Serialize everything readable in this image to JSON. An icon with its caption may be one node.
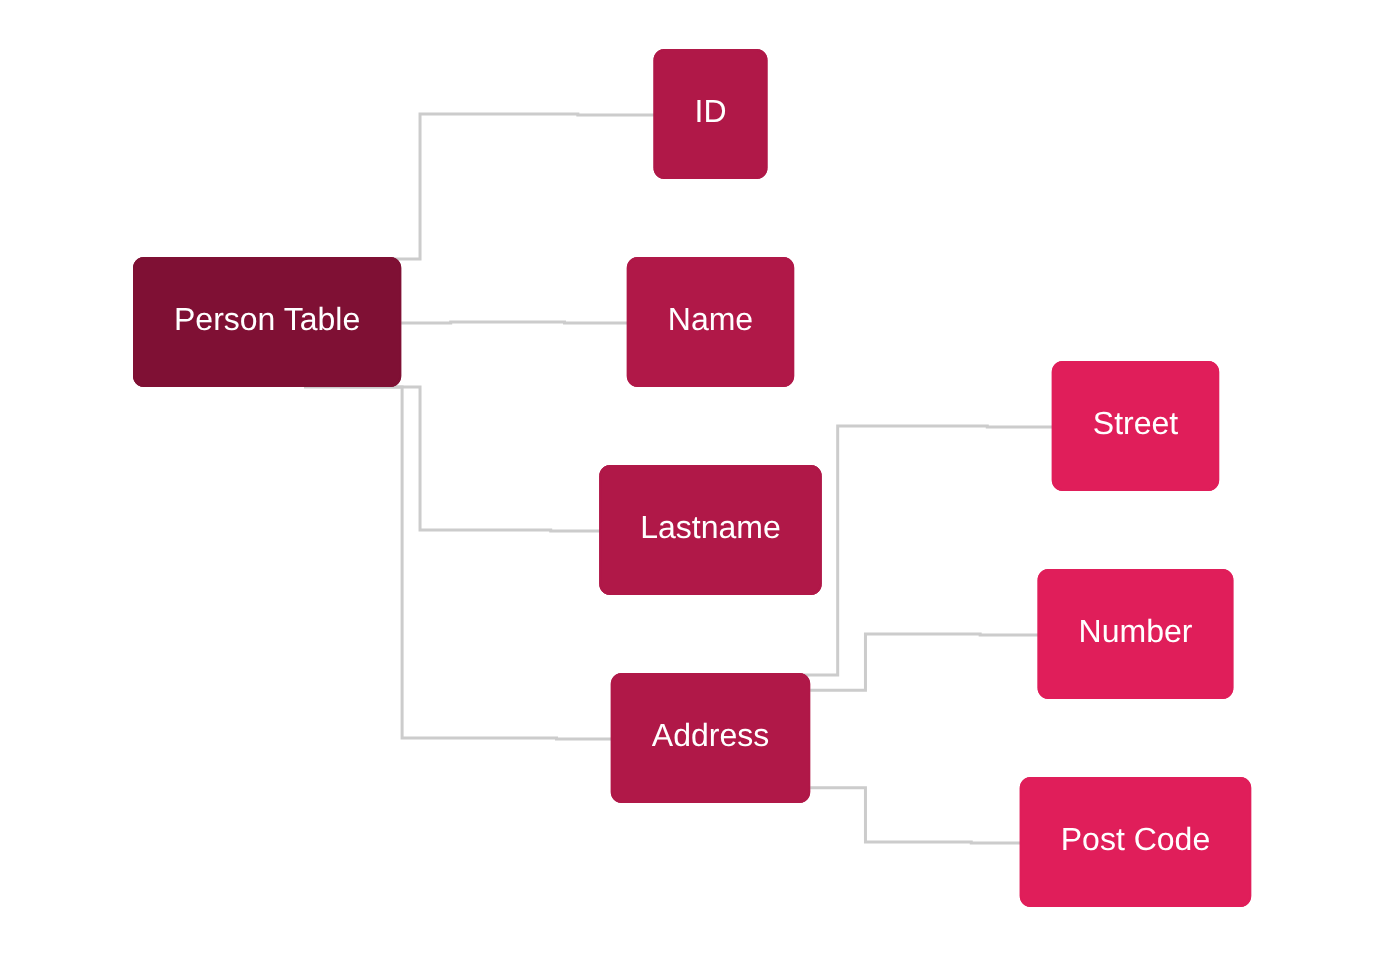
{
  "diagram": {
    "nodes": [
      {
        "text": [
          "Person Table"
        ]
      },
      {
        "text": [
          "ID"
        ]
      },
      {
        "text": [
          "Name"
        ]
      },
      {
        "text": [
          "Lastname"
        ]
      },
      {
        "text": [
          "Address"
        ]
      },
      {
        "text": [
          "Street"
        ]
      },
      {
        "text": [
          "Number"
        ]
      },
      {
        "text": [
          "Post Code"
        ]
      }
    ],
    "edges": [
      {
        "from": 0,
        "to": 1,
        "arrow": "none"
      },
      {
        "from": 0,
        "to": 2,
        "arrow": "none"
      },
      {
        "from": 0,
        "to": 3,
        "arrow": "none"
      },
      {
        "from": 0,
        "to": 4,
        "arrow": "none"
      },
      {
        "from": 4,
        "to": 5,
        "arrow": "none"
      },
      {
        "from": 4,
        "to": 6,
        "arrow": "none"
      },
      {
        "from": 4,
        "to": 7,
        "arrow": "none"
      }
    ]
  }
}
